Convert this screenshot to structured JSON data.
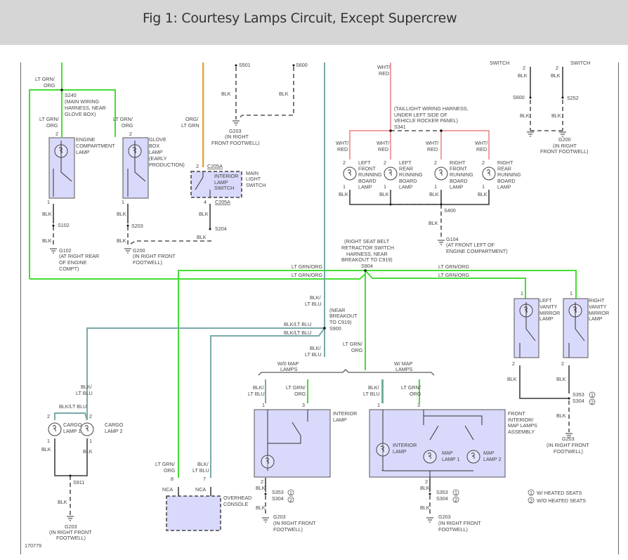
{
  "header": {
    "title": "Fig 1: Courtesy Lamps Circuit, Except Supercrew"
  },
  "figure_id": "170779",
  "legend": [
    {
      "marker": "1",
      "text": "W/ HEATED SEATS"
    },
    {
      "marker": "2",
      "text": "W/O HEATED SEATS"
    }
  ],
  "wire_colors": {
    "lt_grn_org": "#44dd33",
    "org_lt_grn": "#e8a23a",
    "blk_lt_blu": "#7aa8aa",
    "wht_red": "#f0a0a0",
    "blk": "#555555",
    "component_fill": "#d9d9fb"
  },
  "labels": {
    "lt_grn_org_2line": [
      "LT GRN/",
      "ORG"
    ],
    "org_lt_grn_2line": [
      "ORG/",
      "LT GRN"
    ],
    "blk_lt_blu_2line": [
      "BLK/",
      "LT BLU"
    ],
    "wht_red_2line": [
      "WHT/",
      "RED"
    ],
    "lt_grn_org": "LT GRN/ORG",
    "blk_lt_blu": "BLK/LT BLU",
    "blk": "BLK",
    "nca": "NCA",
    "switch": "SWITCH"
  },
  "splices": {
    "s240": {
      "id": "S240",
      "desc": [
        "(MAIN WIRING",
        "HARNESS, NEAR",
        "GLOVE BOX)"
      ]
    },
    "s102": "S102",
    "s203": "S203",
    "s204": "S204",
    "s501": "S501",
    "s600_top": "S600",
    "s600_right": "S600",
    "s252": "S252",
    "s341": {
      "id": "S341",
      "desc": [
        "(TAILLIGHT WIRING HARNESS,",
        "UNDER LEFT SIDE OF",
        "VEHICLE ROCKER PANEL)"
      ]
    },
    "s400": "S400",
    "s904": {
      "id": "S904",
      "desc": [
        "(RIGHT SEAT BELT",
        "RETRACTOR SWITCH",
        "HARNESS, NEAR",
        "BREAKOUT TO C919)"
      ]
    },
    "s900": {
      "id": "S900",
      "desc": [
        "(NEAR",
        "BREAKOUT",
        "TO C919)"
      ]
    },
    "s911": "S911",
    "s353": "S353",
    "s304": "S304"
  },
  "grounds": {
    "g102": [
      "G102",
      "(AT RIGHT REAR",
      "OF ENGINE",
      "COMPT)"
    ],
    "g200_left": [
      "G200",
      "(IN RIGHT FRONT",
      "FOOTWELL)"
    ],
    "g203_top": [
      "G203",
      "(IN RIGHT",
      "FRONT FOOTWELL)"
    ],
    "g200_right": [
      "G200",
      "(IN RIGHT",
      "FRONT FOOTWELL)"
    ],
    "g104": [
      "G104",
      "(AT FRONT LEFT OF",
      "ENGINE COMPARTMENT)"
    ],
    "g203_mirror": [
      "G203",
      "(IN RIGHT FRONT",
      "FOOTWELL)"
    ],
    "g203_cargo": [
      "G203",
      "(IN RIGHT FRONT",
      "FOOTWELL)"
    ],
    "g203_wo": [
      "G203",
      "(IN RIGHT FRONT",
      "FOOTWELL)"
    ],
    "g203_w": [
      "G203",
      "(IN RIGHT FRONT",
      "FOOTWELL)"
    ]
  },
  "components": {
    "engine_lamp": [
      "ENGINE",
      "COMPARTMENT",
      "LAMP"
    ],
    "glove_lamp": [
      "GLOVE",
      "BOX",
      "LAMP",
      "(EARLY",
      "PRODUCTION)"
    ],
    "interior_switch": [
      "INTERIOR",
      "LAMP",
      "SWITCH"
    ],
    "main_light_switch": [
      "MAIN",
      "LIGHT",
      "SWITCH"
    ],
    "c205a": "C205A",
    "running_lamps": [
      [
        "LEFT",
        "FRONT",
        "RUNNING",
        "BOARD",
        "LAMP"
      ],
      [
        "LEFT",
        "REAR",
        "RUNNING",
        "BOARD",
        "LAMP"
      ],
      [
        "RIGHT",
        "FRONT",
        "RUNNING",
        "BOARD",
        "LAMP"
      ],
      [
        "RIGHT",
        "REAR",
        "RUNNING",
        "BOARD",
        "LAMP"
      ]
    ],
    "left_vanity": [
      "LEFT",
      "VANITY",
      "MIRROR",
      "LAMP"
    ],
    "right_vanity": [
      "RIGHT",
      "VANITY",
      "MIRROR",
      "LAMP"
    ],
    "cargo_lamp_1": [
      "CARGO",
      "LAMP 1"
    ],
    "cargo_lamp_2": [
      "CARGO",
      "LAMP 2"
    ],
    "overhead_console": [
      "OVERHEAD",
      "CONSOLE"
    ],
    "wo_map_lamps": [
      "W/0 MAP",
      "LAMPS"
    ],
    "w_map_lamps": [
      "W/ MAP",
      "LAMPS"
    ],
    "interior_lamp": [
      "INTERIOR",
      "LAMP"
    ],
    "front_assembly": [
      "FRONT",
      "INTERIOR/",
      "MAP LAMPS",
      "ASSEMBLY"
    ],
    "assembly_interior_lamp": [
      "INTERIOR",
      "LAMP"
    ],
    "map_lamp_1": [
      "MAP",
      "LAMP 1"
    ],
    "map_lamp_2": [
      "MAP",
      "LAMP 2"
    ]
  },
  "pins": {
    "p1": "1",
    "p2": "2",
    "p3": "3",
    "p4": "4",
    "p7": "7",
    "p8": "8"
  }
}
